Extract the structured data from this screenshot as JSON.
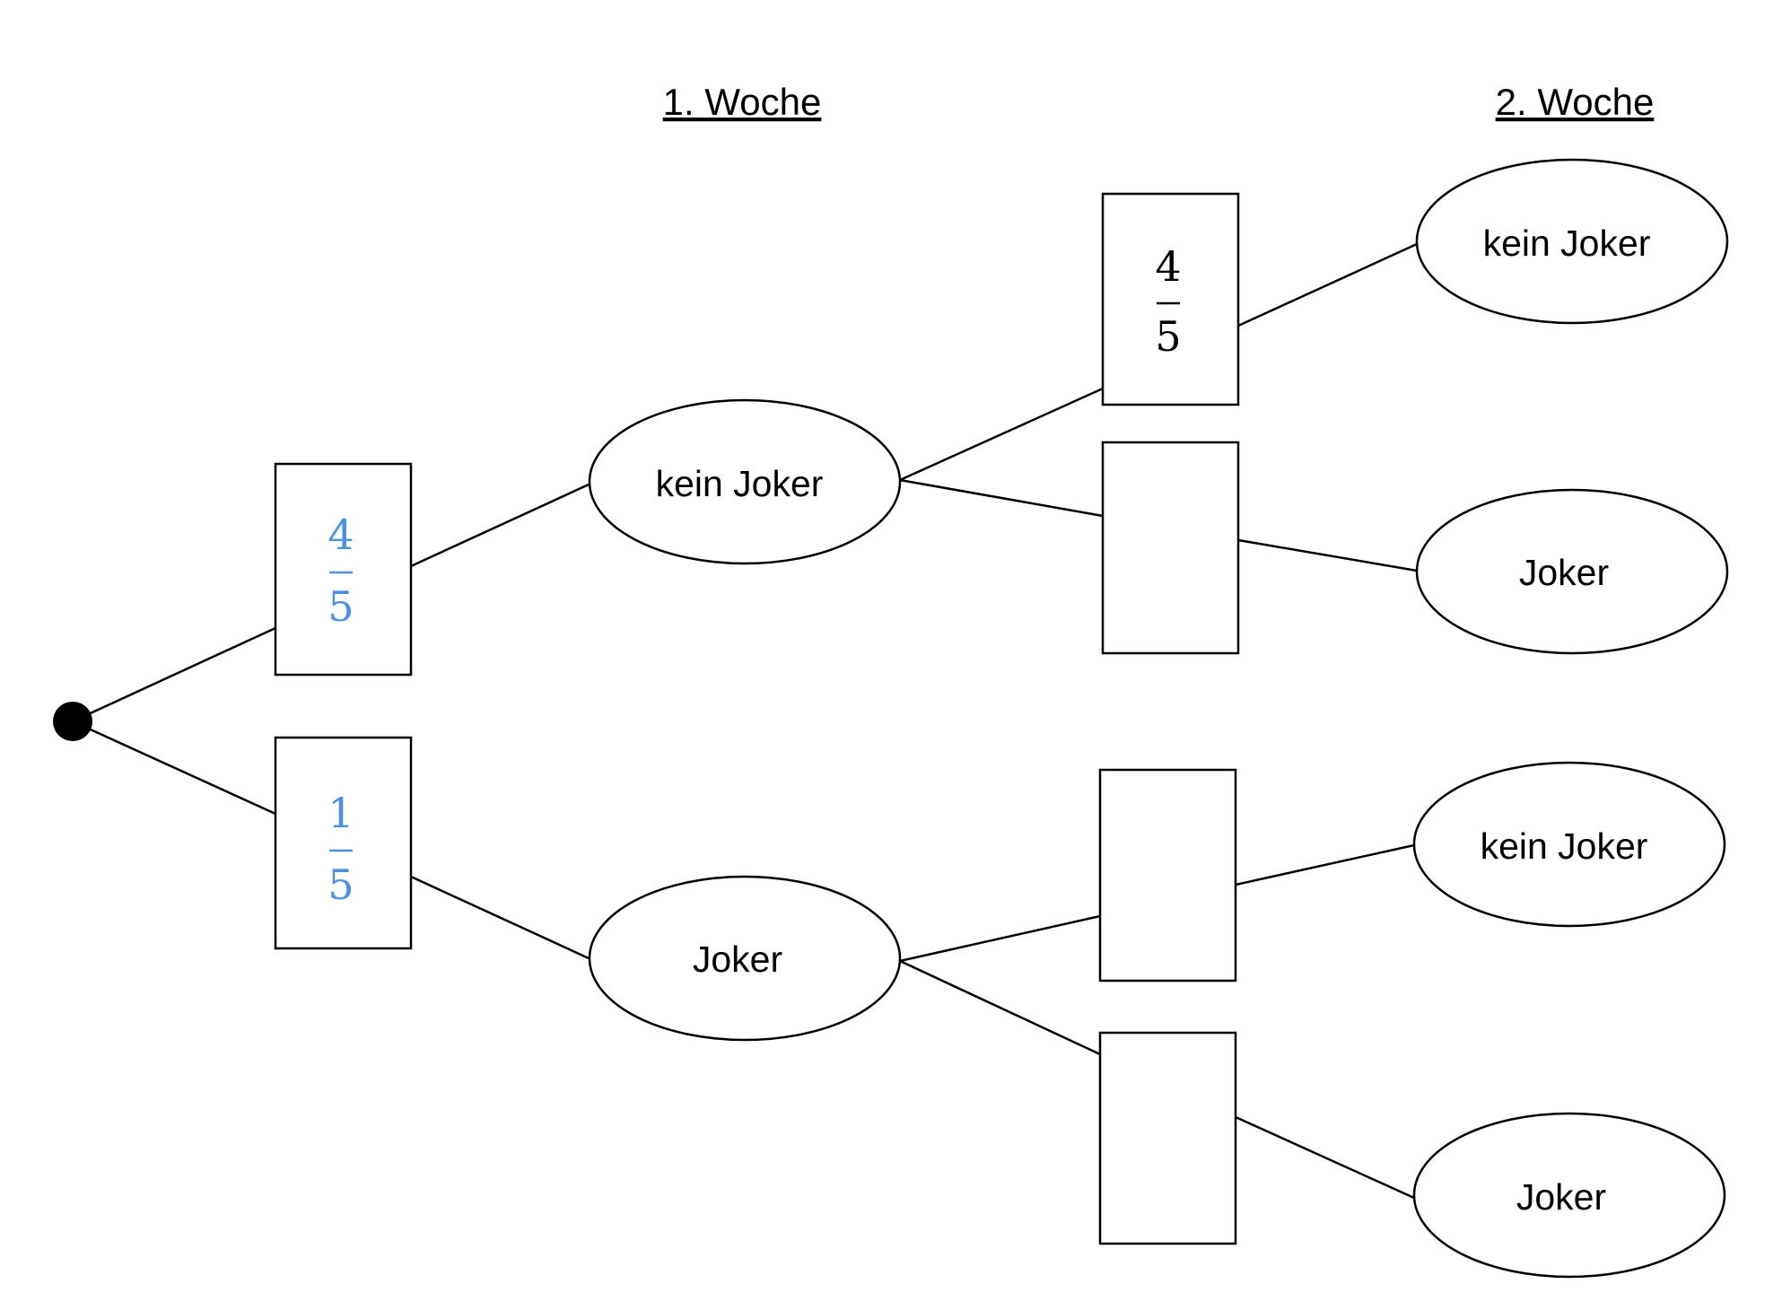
{
  "headers": {
    "week1": "1. Woche",
    "week2": "2. Woche"
  },
  "colors": {
    "given": "#4a8fe0",
    "filled": "#000000"
  },
  "first_stage": {
    "prob_kein_joker": {
      "numerator": "4",
      "denominator": "5"
    },
    "prob_joker": {
      "numerator": "1",
      "denominator": "5"
    },
    "outcome_kein_joker": "kein Joker",
    "outcome_joker": "Joker"
  },
  "second_stage": {
    "prob_kein_kein": {
      "numerator": "4",
      "denominator": "5"
    },
    "prob_kein_joker": {
      "numerator": "",
      "denominator": ""
    },
    "prob_joker_kein": {
      "numerator": "",
      "denominator": ""
    },
    "prob_joker_joker": {
      "numerator": "",
      "denominator": ""
    },
    "outcome_1": "kein Joker",
    "outcome_2": "Joker",
    "outcome_3": "kein Joker",
    "outcome_4": "Joker"
  }
}
